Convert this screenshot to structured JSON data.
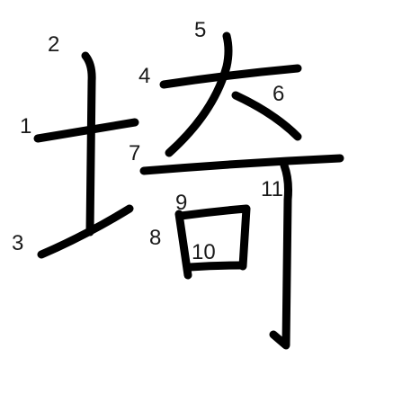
{
  "diagram": {
    "stroke_color": "#000000",
    "background_color": "#ffffff",
    "stroke_numbers": [
      "1",
      "2",
      "3",
      "4",
      "5",
      "6",
      "7",
      "8",
      "9",
      "10",
      "11"
    ]
  }
}
